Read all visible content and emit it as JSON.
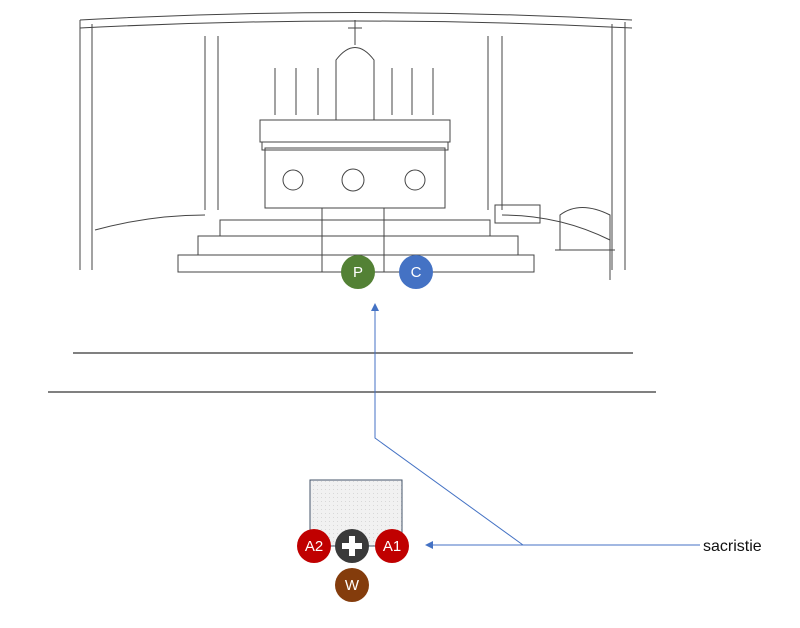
{
  "title": "Altar positions diagram",
  "figures": {
    "priest": {
      "label": "P",
      "color": "#538135"
    },
    "celebrant": {
      "label": "C",
      "color": "#4472c4"
    },
    "acolyte2": {
      "label": "A2",
      "color": "#c00000"
    },
    "cross": {
      "label": "cross",
      "color": "#3a3a3a"
    },
    "acolyte1": {
      "label": "A1",
      "color": "#c00000"
    },
    "w": {
      "label": "W",
      "color": "#843c0c"
    }
  },
  "sacristy_label": "sacristie",
  "arrow_color": "#4472c4"
}
